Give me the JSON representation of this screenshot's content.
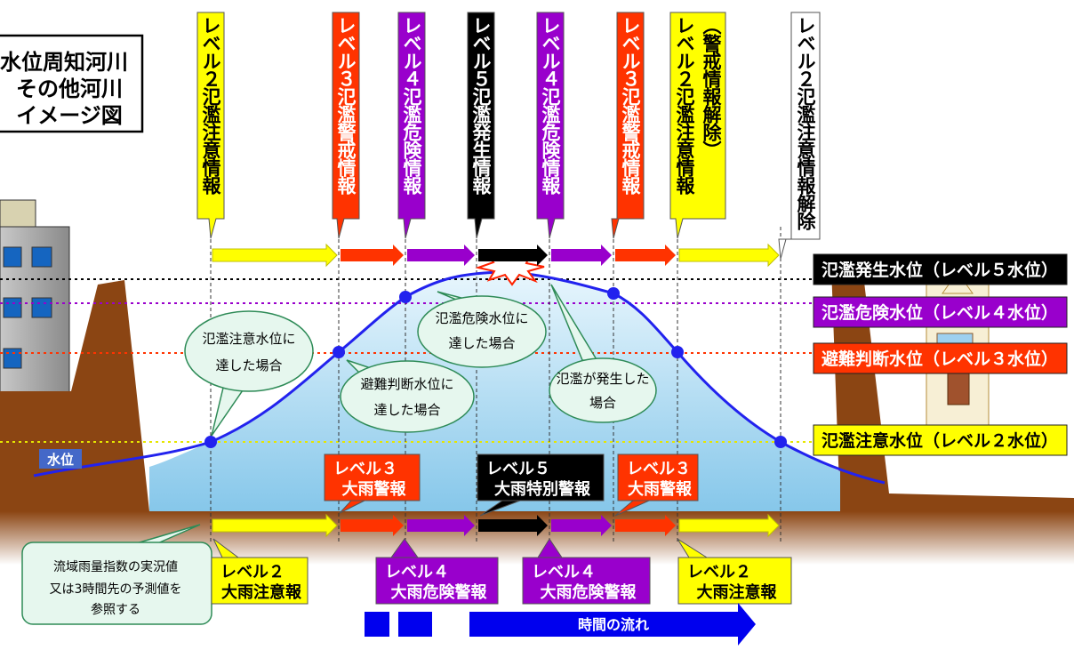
{
  "title_box": {
    "lines": [
      "水位周知河川",
      "その他河川",
      "イメージ図"
    ]
  },
  "top_labels": [
    {
      "text": "レベル２氾濫注意情報",
      "color": "#ffff00",
      "text_color": "#000000"
    },
    {
      "text": "レベル３氾濫警戒情報",
      "color": "#ff3300",
      "text_color": "#ffffff"
    },
    {
      "text": "レベル４氾濫危険情報",
      "color": "#9900cc",
      "text_color": "#ffffff"
    },
    {
      "text": "レベル５氾濫発生情報",
      "color": "#000000",
      "text_color": "#ffffff"
    },
    {
      "text": "レベル４氾濫危険情報",
      "color": "#9900cc",
      "text_color": "#ffffff"
    },
    {
      "text": "レベル３氾濫警戒情報",
      "color": "#ff3300",
      "text_color": "#ffffff"
    },
    {
      "text": "（警戒情報解除）",
      "color": "#ffff00",
      "text_color": "#000000"
    },
    {
      "text": "レベル２氾濫注意情報",
      "color": "#ffff00",
      "text_color": "#000000"
    },
    {
      "text": "レベル２氾濫注意情報解除",
      "color": "#ffffff",
      "text_color": "#000000"
    }
  ],
  "right_levels": [
    {
      "text": "氾濫発生水位（レベル５水位）",
      "color": "#000000",
      "text_color": "#ffffff"
    },
    {
      "text": "氾濫危険水位（レベル４水位）",
      "color": "#9900cc",
      "text_color": "#ffffff"
    },
    {
      "text": "避難判断水位（レベル３水位）",
      "color": "#ff3300",
      "text_color": "#ffffff"
    },
    {
      "text": "氾濫注意水位（レベル２水位）",
      "color": "#ffff00",
      "text_color": "#000000"
    }
  ],
  "water_label": "水位",
  "bubbles": [
    {
      "lines": [
        "氾濫注意水位に",
        "達した場合"
      ]
    },
    {
      "lines": [
        "避難判断水位に",
        "達した場合"
      ]
    },
    {
      "lines": [
        "氾濫危険水位に",
        "達した場合"
      ]
    },
    {
      "lines": [
        "氾濫が発生した",
        "場合"
      ]
    },
    {
      "lines": [
        "流域雨量指数の実況値",
        "又は3時間先の予測値を",
        "参照する"
      ]
    }
  ],
  "rain_alerts": [
    {
      "lines": [
        "レベル３",
        "大雨警報"
      ],
      "color": "#ff3300",
      "text_color": "#ffffff"
    },
    {
      "lines": [
        "レベル５",
        "大雨特別警報"
      ],
      "color": "#000000",
      "text_color": "#ffffff"
    },
    {
      "lines": [
        "レベル３",
        "大雨警報"
      ],
      "color": "#ff3300",
      "text_color": "#ffffff"
    },
    {
      "lines": [
        "レベル２",
        "大雨注意報"
      ],
      "color": "#ffff00",
      "text_color": "#000000"
    },
    {
      "lines": [
        "レベル４",
        "大雨危険警報"
      ],
      "color": "#9900cc",
      "text_color": "#ffffff"
    },
    {
      "lines": [
        "レベル４",
        "大雨危険警報"
      ],
      "color": "#9900cc",
      "text_color": "#ffffff"
    },
    {
      "lines": [
        "レベル２",
        "大雨注意報"
      ],
      "color": "#ffff00",
      "text_color": "#000000"
    }
  ],
  "time_flow": {
    "label": "時間の流れ",
    "color": "#0000ee"
  },
  "colors": {
    "yellow": "#ffff00",
    "red": "#ff3300",
    "purple": "#9900cc",
    "black": "#000000",
    "water": "#a9d8f0",
    "earth": "#8b4513",
    "curve": "#2222ee",
    "bubble": "#e6f7ee",
    "bubble_border": "#2e8b57"
  }
}
